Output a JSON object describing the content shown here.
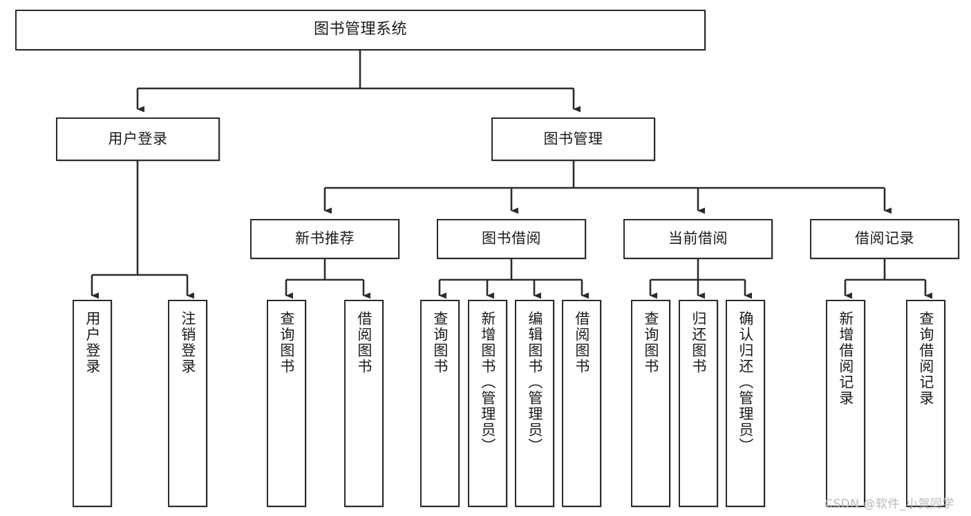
{
  "diagram": {
    "title_node": {
      "label": "图书管理系统"
    },
    "level2": [
      {
        "id": "user-login",
        "label": "用户登录"
      },
      {
        "id": "book-management",
        "label": "图书管理"
      }
    ],
    "level3": [
      {
        "id": "new-book-recommend",
        "label": "新书推荐"
      },
      {
        "id": "book-borrow",
        "label": "图书借阅"
      },
      {
        "id": "current-borrow",
        "label": "当前借阅"
      },
      {
        "id": "borrow-record",
        "label": "借阅记录"
      }
    ],
    "leaves": [
      {
        "id": "user-login-leaf",
        "label": "用户登录"
      },
      {
        "id": "logout-leaf",
        "label": "注销登录"
      },
      {
        "id": "query-book-1",
        "label": "查询图书"
      },
      {
        "id": "borrow-book-1",
        "label": "借阅图书"
      },
      {
        "id": "query-book-2",
        "label": "查询图书"
      },
      {
        "id": "add-book-admin",
        "label": "新增图书（管理员）"
      },
      {
        "id": "edit-book-admin",
        "label": "编辑图书（管理员）"
      },
      {
        "id": "borrow-book-2",
        "label": "借阅图书"
      },
      {
        "id": "query-book-3",
        "label": "查询图书"
      },
      {
        "id": "return-book",
        "label": "归还图书"
      },
      {
        "id": "confirm-return-admin",
        "label": "确认归还（管理员）"
      },
      {
        "id": "add-borrow-record",
        "label": "新增借阅记录"
      },
      {
        "id": "query-borrow-record",
        "label": "查询借阅记录"
      }
    ],
    "watermark": {
      "text": "CSDN @软件_小贺同学"
    },
    "colors": {
      "stroke": "#2b2b2b",
      "fill": "#ffffff",
      "text": "#1a1a1a",
      "watermark": "#b9b9b9"
    }
  }
}
